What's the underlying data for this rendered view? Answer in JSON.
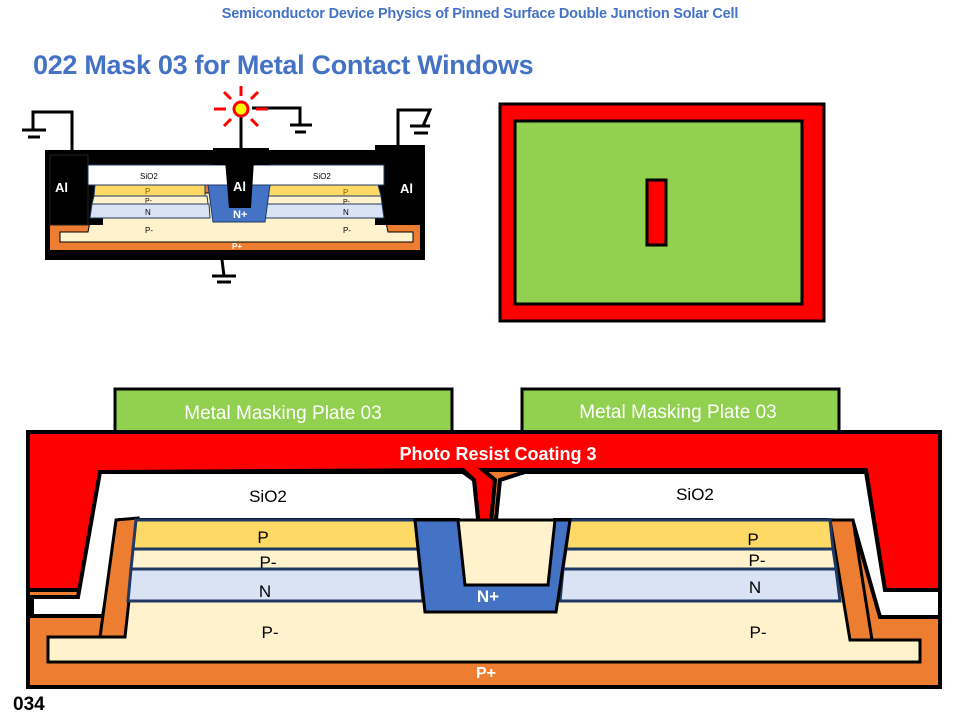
{
  "header": {
    "subtitle": "Semiconductor Device Physics of Pinned Surface Double Junction Solar Cell"
  },
  "slide": {
    "title": "022  Mask 03 for Metal Contact Windows",
    "page_number": "034"
  },
  "colors": {
    "title_blue": "#4472c4",
    "photo_resist": "#ff0000",
    "mask_plate": "#92d050",
    "p_layer": "#ffd966",
    "p_minus_layer": "#fff2cc",
    "n_layer": "#dae3f3",
    "n_plus": "#4472c4",
    "p_plus": "#ed7d31",
    "metal": "#000000",
    "sun_yellow": "#ffff00"
  },
  "small_diagram": {
    "labels": {
      "al_left": "Al",
      "al_center": "Al",
      "al_right": "Al",
      "sio2_left": "SiO2",
      "sio2_right": "SiO2",
      "p_left": "P",
      "pminus_left": "P-",
      "n_left": "N",
      "pminus_bottom_left": "P-",
      "p_right": "P",
      "pminus_right": "P-",
      "n_right": "N",
      "pminus_bottom_right": "P-",
      "nplus": "N+",
      "pplus": "P+"
    }
  },
  "mask_view": {
    "description": "Top view of mask 03: red border, green plate, red contact window slot"
  },
  "large_diagram": {
    "mask_plate_left": "Metal Masking  Plate 03",
    "mask_plate_right": "Metal Masking  Plate 03",
    "photo_resist": "Photo Resist Coating 3",
    "sio2_left": "SiO2",
    "sio2_right": "SiO2",
    "p_left": "P",
    "pminus_left": "P-",
    "n_left": "N",
    "pminus_bottom_left": "P-",
    "p_right": "P",
    "pminus_right": "P-",
    "n_right": "N",
    "pminus_bottom_right": "P-",
    "nplus": "N+",
    "pplus": "P+"
  }
}
